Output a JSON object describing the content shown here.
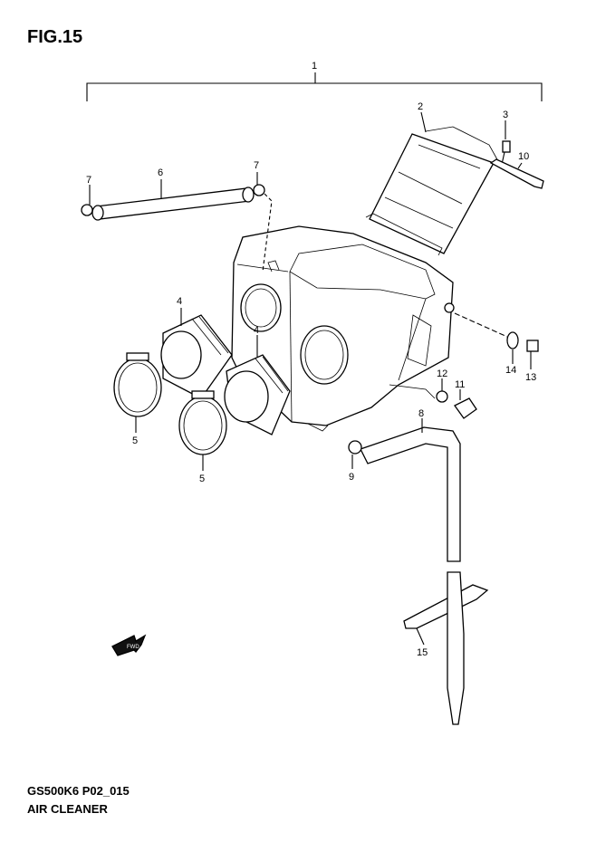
{
  "figure": {
    "title": "FIG.15"
  },
  "footer": {
    "code": "GS500K6 P02_015",
    "name": "AIR CLEANER"
  },
  "callouts": [
    {
      "id": "c1",
      "text": "1"
    },
    {
      "id": "c2",
      "text": "2"
    },
    {
      "id": "c3",
      "text": "3"
    },
    {
      "id": "c4a",
      "text": "4"
    },
    {
      "id": "c4b",
      "text": "4"
    },
    {
      "id": "c5a",
      "text": "5"
    },
    {
      "id": "c5b",
      "text": "5"
    },
    {
      "id": "c6",
      "text": "6"
    },
    {
      "id": "c7a",
      "text": "7"
    },
    {
      "id": "c7b",
      "text": "7"
    },
    {
      "id": "c8",
      "text": "8"
    },
    {
      "id": "c9",
      "text": "9"
    },
    {
      "id": "c10",
      "text": "10"
    },
    {
      "id": "c11",
      "text": "11"
    },
    {
      "id": "c12",
      "text": "12"
    },
    {
      "id": "c13",
      "text": "13"
    },
    {
      "id": "c14",
      "text": "14"
    },
    {
      "id": "c15",
      "text": "15"
    }
  ],
  "direction_arrow": {
    "text": "FWD"
  }
}
